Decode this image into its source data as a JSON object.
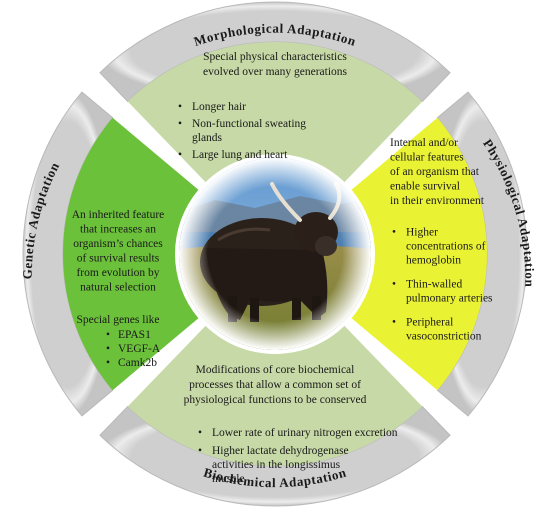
{
  "sections": {
    "morphological": {
      "title": "Morphological  Adaptation",
      "description": [
        "Special physical characteristics",
        "evolved over many generations"
      ],
      "items": [
        [
          "Longer hair"
        ],
        [
          "Non-functional sweating",
          "glands"
        ],
        [
          "Large lung and heart"
        ]
      ]
    },
    "physiological": {
      "title": "Physiological  Adaptation",
      "description": [
        "Internal and/or",
        "cellular features",
        "of an organism that",
        "enable survival",
        "in their environment"
      ],
      "items": [
        [
          "Higher",
          "concentrations of",
          "hemoglobin"
        ],
        [
          "Thin-walled",
          "pulmonary arteries"
        ],
        [
          "Peripheral",
          "vasoconstriction"
        ]
      ]
    },
    "biochemical": {
      "title": "Biochemical Adaptation",
      "description": [
        "Modifications of core biochemical",
        "processes that allow a common  set of",
        "physiological functions to be conserved"
      ],
      "items": [
        [
          "Lower rate of urinary nitrogen excretion"
        ],
        [
          "Higher lactate dehydrogenase",
          "activities in the  longissimus",
          "muscle"
        ]
      ]
    },
    "genetic": {
      "title": "Genetic Adaptation",
      "description": [
        "An inherited feature",
        "that increases an",
        "organism’s chances",
        "of  survival results",
        "from evolution by",
        "natural selection"
      ],
      "genes_label": "Special genes like",
      "genes": [
        "EPAS1",
        "VEGF-A",
        "Camk2b"
      ]
    }
  },
  "colors": {
    "morphological": "#c6d9a6",
    "physiological": "#eaf234",
    "biochemical": "#c6d9a6",
    "genetic": "#6cc13a",
    "ring": "#e2e2e2",
    "ring_edge": "#b9b9b9"
  },
  "center_image": {
    "icon": "yak-photo",
    "description_visible": false
  }
}
